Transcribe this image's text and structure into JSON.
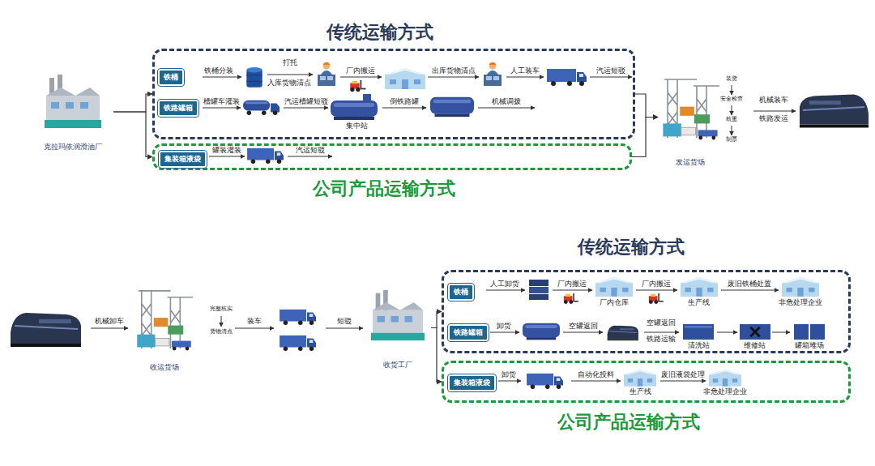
{
  "diagram": {
    "nodes": [
      {
        "text": [
          "克拉玛依润滑油厂"
        ]
      },
      {
        "text": [
          "传统运输方式"
        ]
      },
      {
        "text": [
          "铁桶"
        ],
        "in": 1
      },
      {
        "text": [
          "铁路罐箱"
        ],
        "in": 1
      },
      {
        "text": [
          "公司产品运输方式"
        ]
      },
      {
        "text": [
          "集装箱液袋"
        ],
        "in": 4
      },
      {
        "text": [
          "发运货场"
        ]
      },
      {
        "text": [
          "收运货场"
        ]
      },
      {
        "text": [
          "收货工厂"
        ]
      },
      {
        "text": [
          "传统运输方式"
        ]
      },
      {
        "text": [
          "铁桶"
        ],
        "in": 9
      },
      {
        "text": [
          "铁路罐箱"
        ],
        "in": 9
      },
      {
        "text": [
          "公司产品运输方式"
        ]
      },
      {
        "text": [
          "集装箱液袋"
        ],
        "in": 12
      }
    ],
    "edges": [
      {
        "from": 0,
        "to": 1,
        "arrow": "to"
      },
      {
        "from": 0,
        "to": 4,
        "arrow": "to"
      },
      {
        "from": 1,
        "to": 6,
        "arrow": "to"
      },
      {
        "from": 4,
        "to": 6,
        "arrow": "to"
      },
      {
        "from": 8,
        "to": 9,
        "arrow": "to"
      },
      {
        "from": 8,
        "to": 12,
        "arrow": "to"
      }
    ],
    "labels": [
      "铁桶分装",
      "打托",
      "入库货物清点",
      "厂内搬运",
      "出库货物清点",
      "人工装车",
      "汽运短驳",
      "槽罐车灌装",
      "汽运槽罐短驳",
      "集中站",
      "倒铁路罐",
      "机械调拨",
      "罐装灌装",
      "汽运短驳",
      "装货",
      "安全检查",
      "核重",
      "制票",
      "机械装车",
      "铁路发运",
      "机械卸车",
      "完整核实",
      "货物清点",
      "装车",
      "短驳",
      "人工卸货",
      "厂内搬运",
      "厂内仓库",
      "厂内搬运",
      "生产线",
      "废旧铁桶处置",
      "非危处理企业",
      "卸货",
      "空罐返回",
      "空罐返回",
      "铁路运输",
      "清洗站",
      "维修站",
      "罐箱堆场",
      "卸货",
      "自动化投料",
      "生产线",
      "废旧液袋处理",
      "非危处理企业"
    ]
  }
}
